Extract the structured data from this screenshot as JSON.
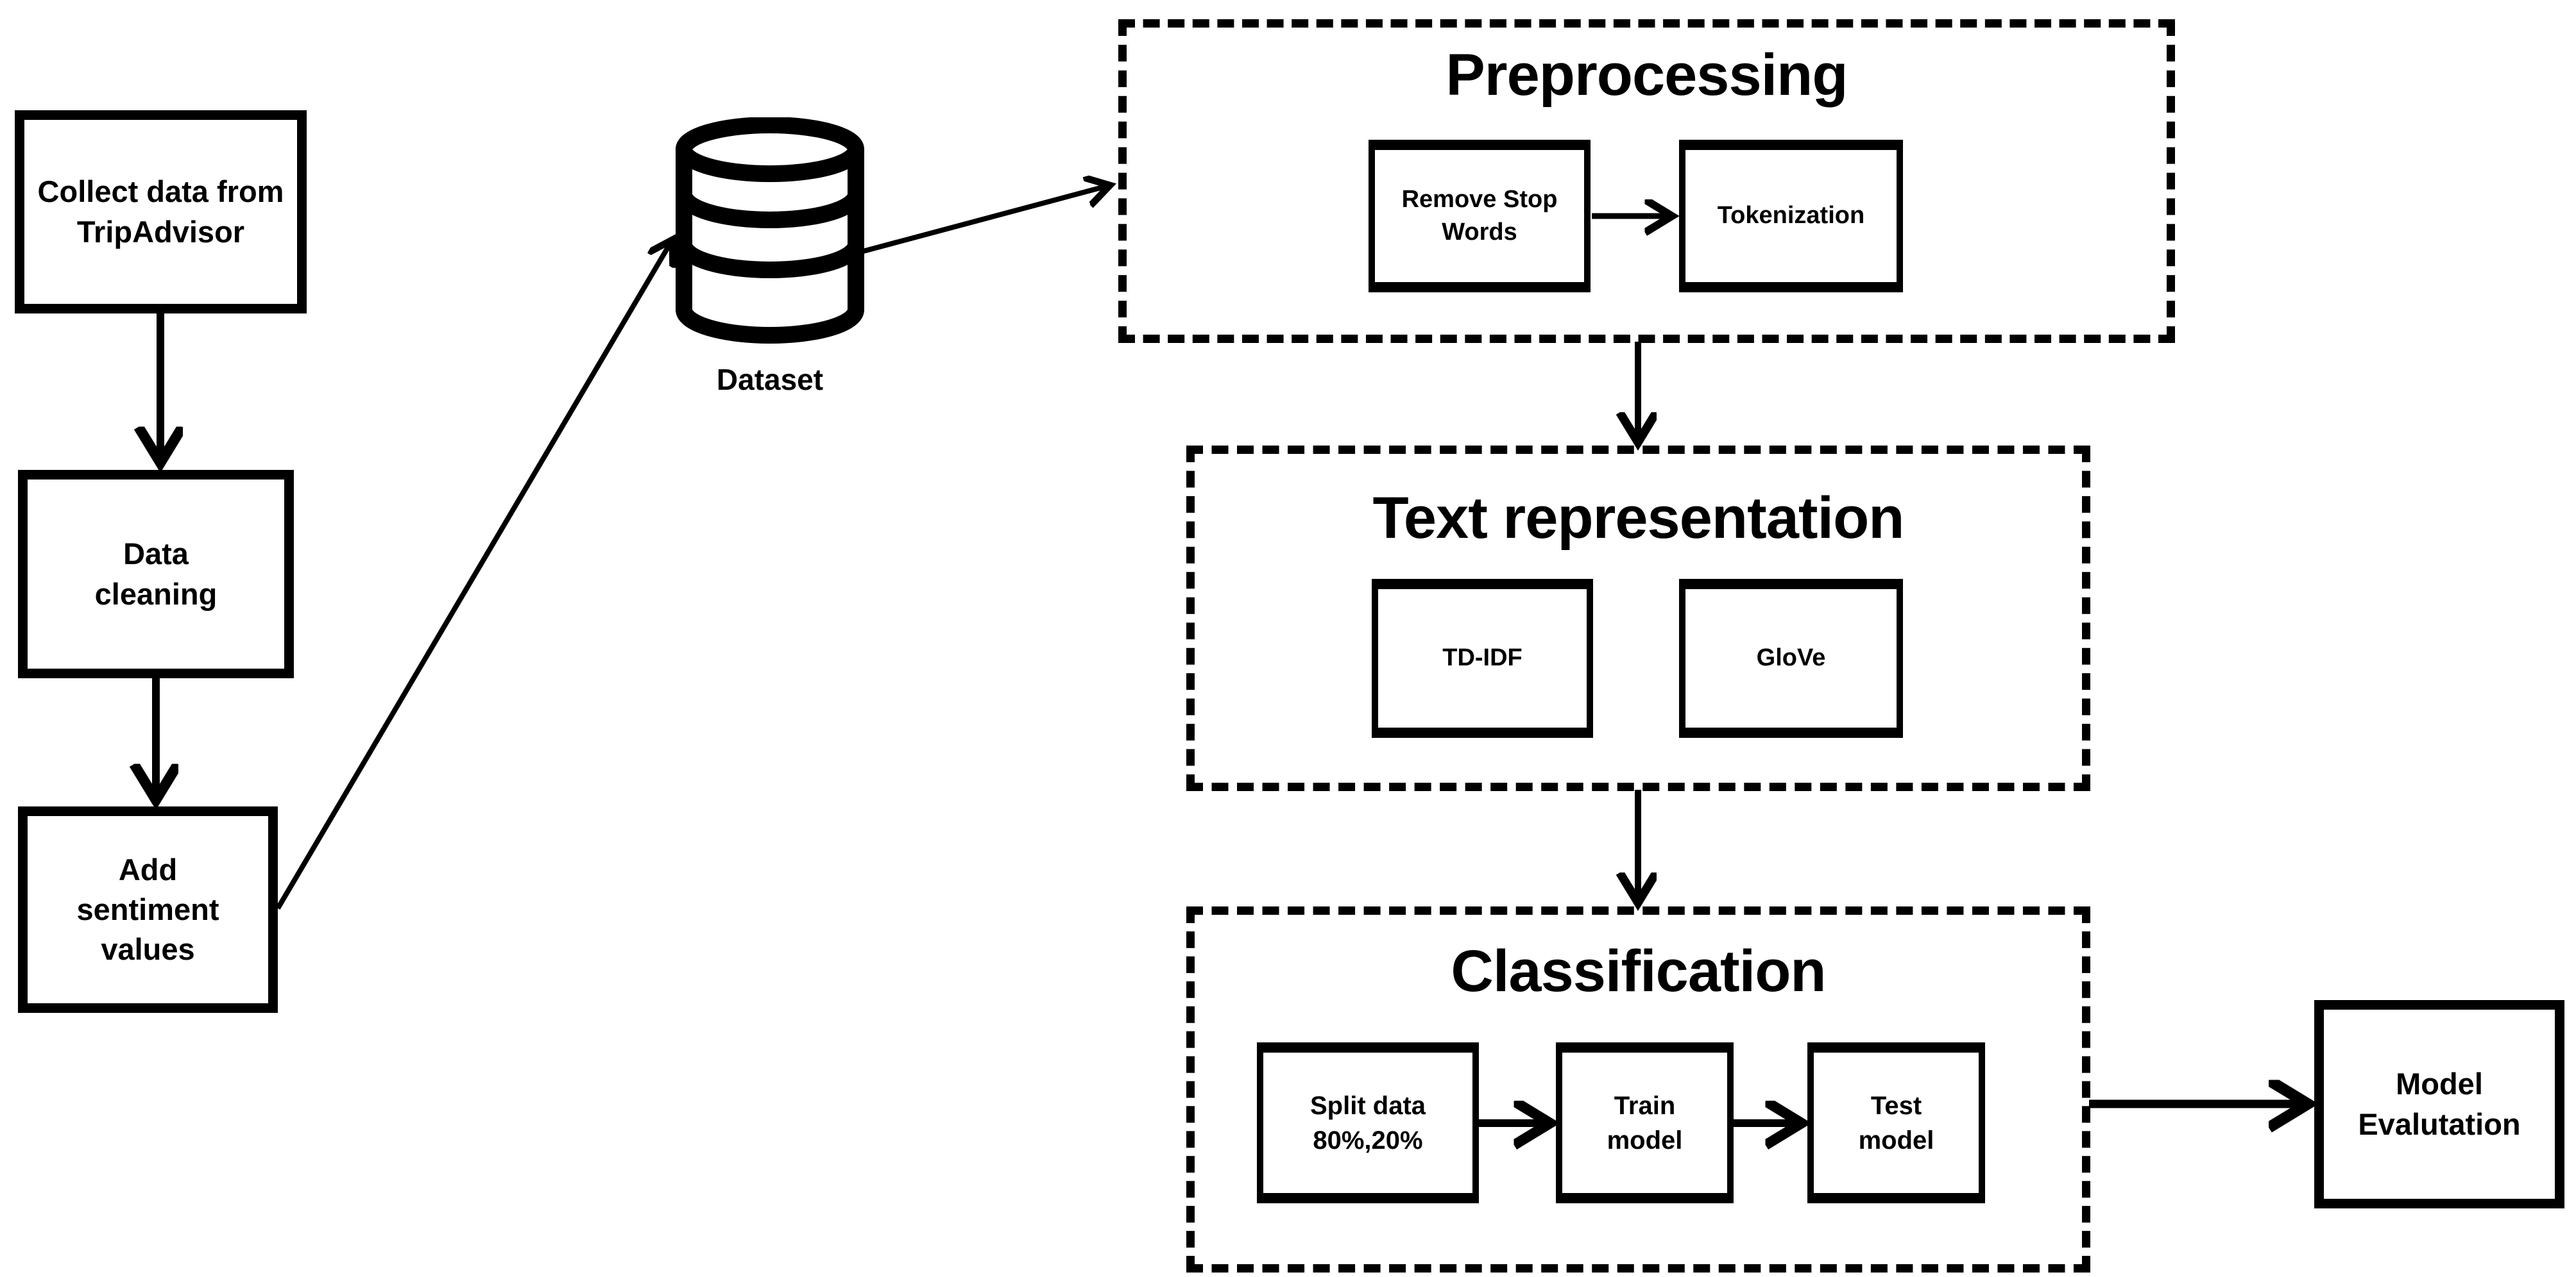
{
  "colors": {
    "ink": "#000000",
    "background": "#ffffff"
  },
  "nodes": {
    "collect": {
      "label": "Collect data from TripAdvisor"
    },
    "clean": {
      "label": "Data cleaning"
    },
    "sentiment": {
      "label": "Add sentiment values"
    },
    "dataset": {
      "label": "Dataset",
      "icon": "database-icon"
    },
    "model_eval": {
      "label": "Model Evalutation"
    }
  },
  "groups": [
    {
      "title": "Preprocessing",
      "steps": [
        {
          "label": "Remove Stop Words"
        },
        {
          "label": "Tokenization"
        }
      ]
    },
    {
      "title": "Text representation",
      "steps": [
        {
          "label": "TD-IDF"
        },
        {
          "label": "GloVe"
        }
      ]
    },
    {
      "title": "Classification",
      "steps": [
        {
          "label": "Split data 80%,20%"
        },
        {
          "label": "Train model"
        },
        {
          "label": "Test model"
        }
      ]
    }
  ]
}
